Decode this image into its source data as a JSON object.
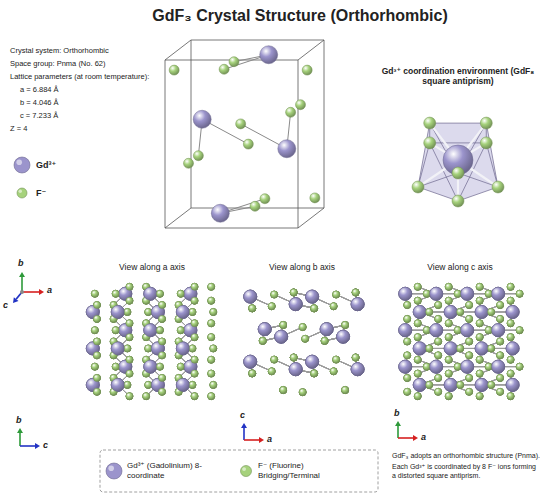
{
  "diagram": {
    "title": "GdF₃ Crystal Structure (Orthorhombic)",
    "labels": [
      "Crystal system: Orthorhombic",
      "Space group: Pnma (No. 62)",
      "Lattice parameters (at room temperature):",
      "a = 6.884 Å",
      "b = 4.046 Å",
      "c = 7.233 Å",
      "Z = 4",
      "Gd³⁺ coordination environment (GdF₈ square antiprism)",
      "b",
      "a",
      "c",
      "View along a axis",
      "View along b axis",
      "View along c axis",
      "b",
      "c",
      "c",
      "a",
      "b",
      "a",
      "GdF₃ adopts an orthorhombic structure (Pnma).",
      "Each Gd³⁺ is coordinated by 8 F⁻ ions forming a distorted square antiprism."
    ],
    "legend": [
      {
        "text": "Gd³⁺",
        "color": "#9b94cc"
      },
      {
        "text": "F⁻",
        "color": "#a6d27c"
      },
      {
        "text": "Gd³⁺ (Gadolinium) 8-coordinate",
        "color": "#9b94cc"
      },
      {
        "text": "F⁻ (Fluorine) Bridging/Terminal",
        "color": "#a6d27c"
      }
    ]
  }
}
